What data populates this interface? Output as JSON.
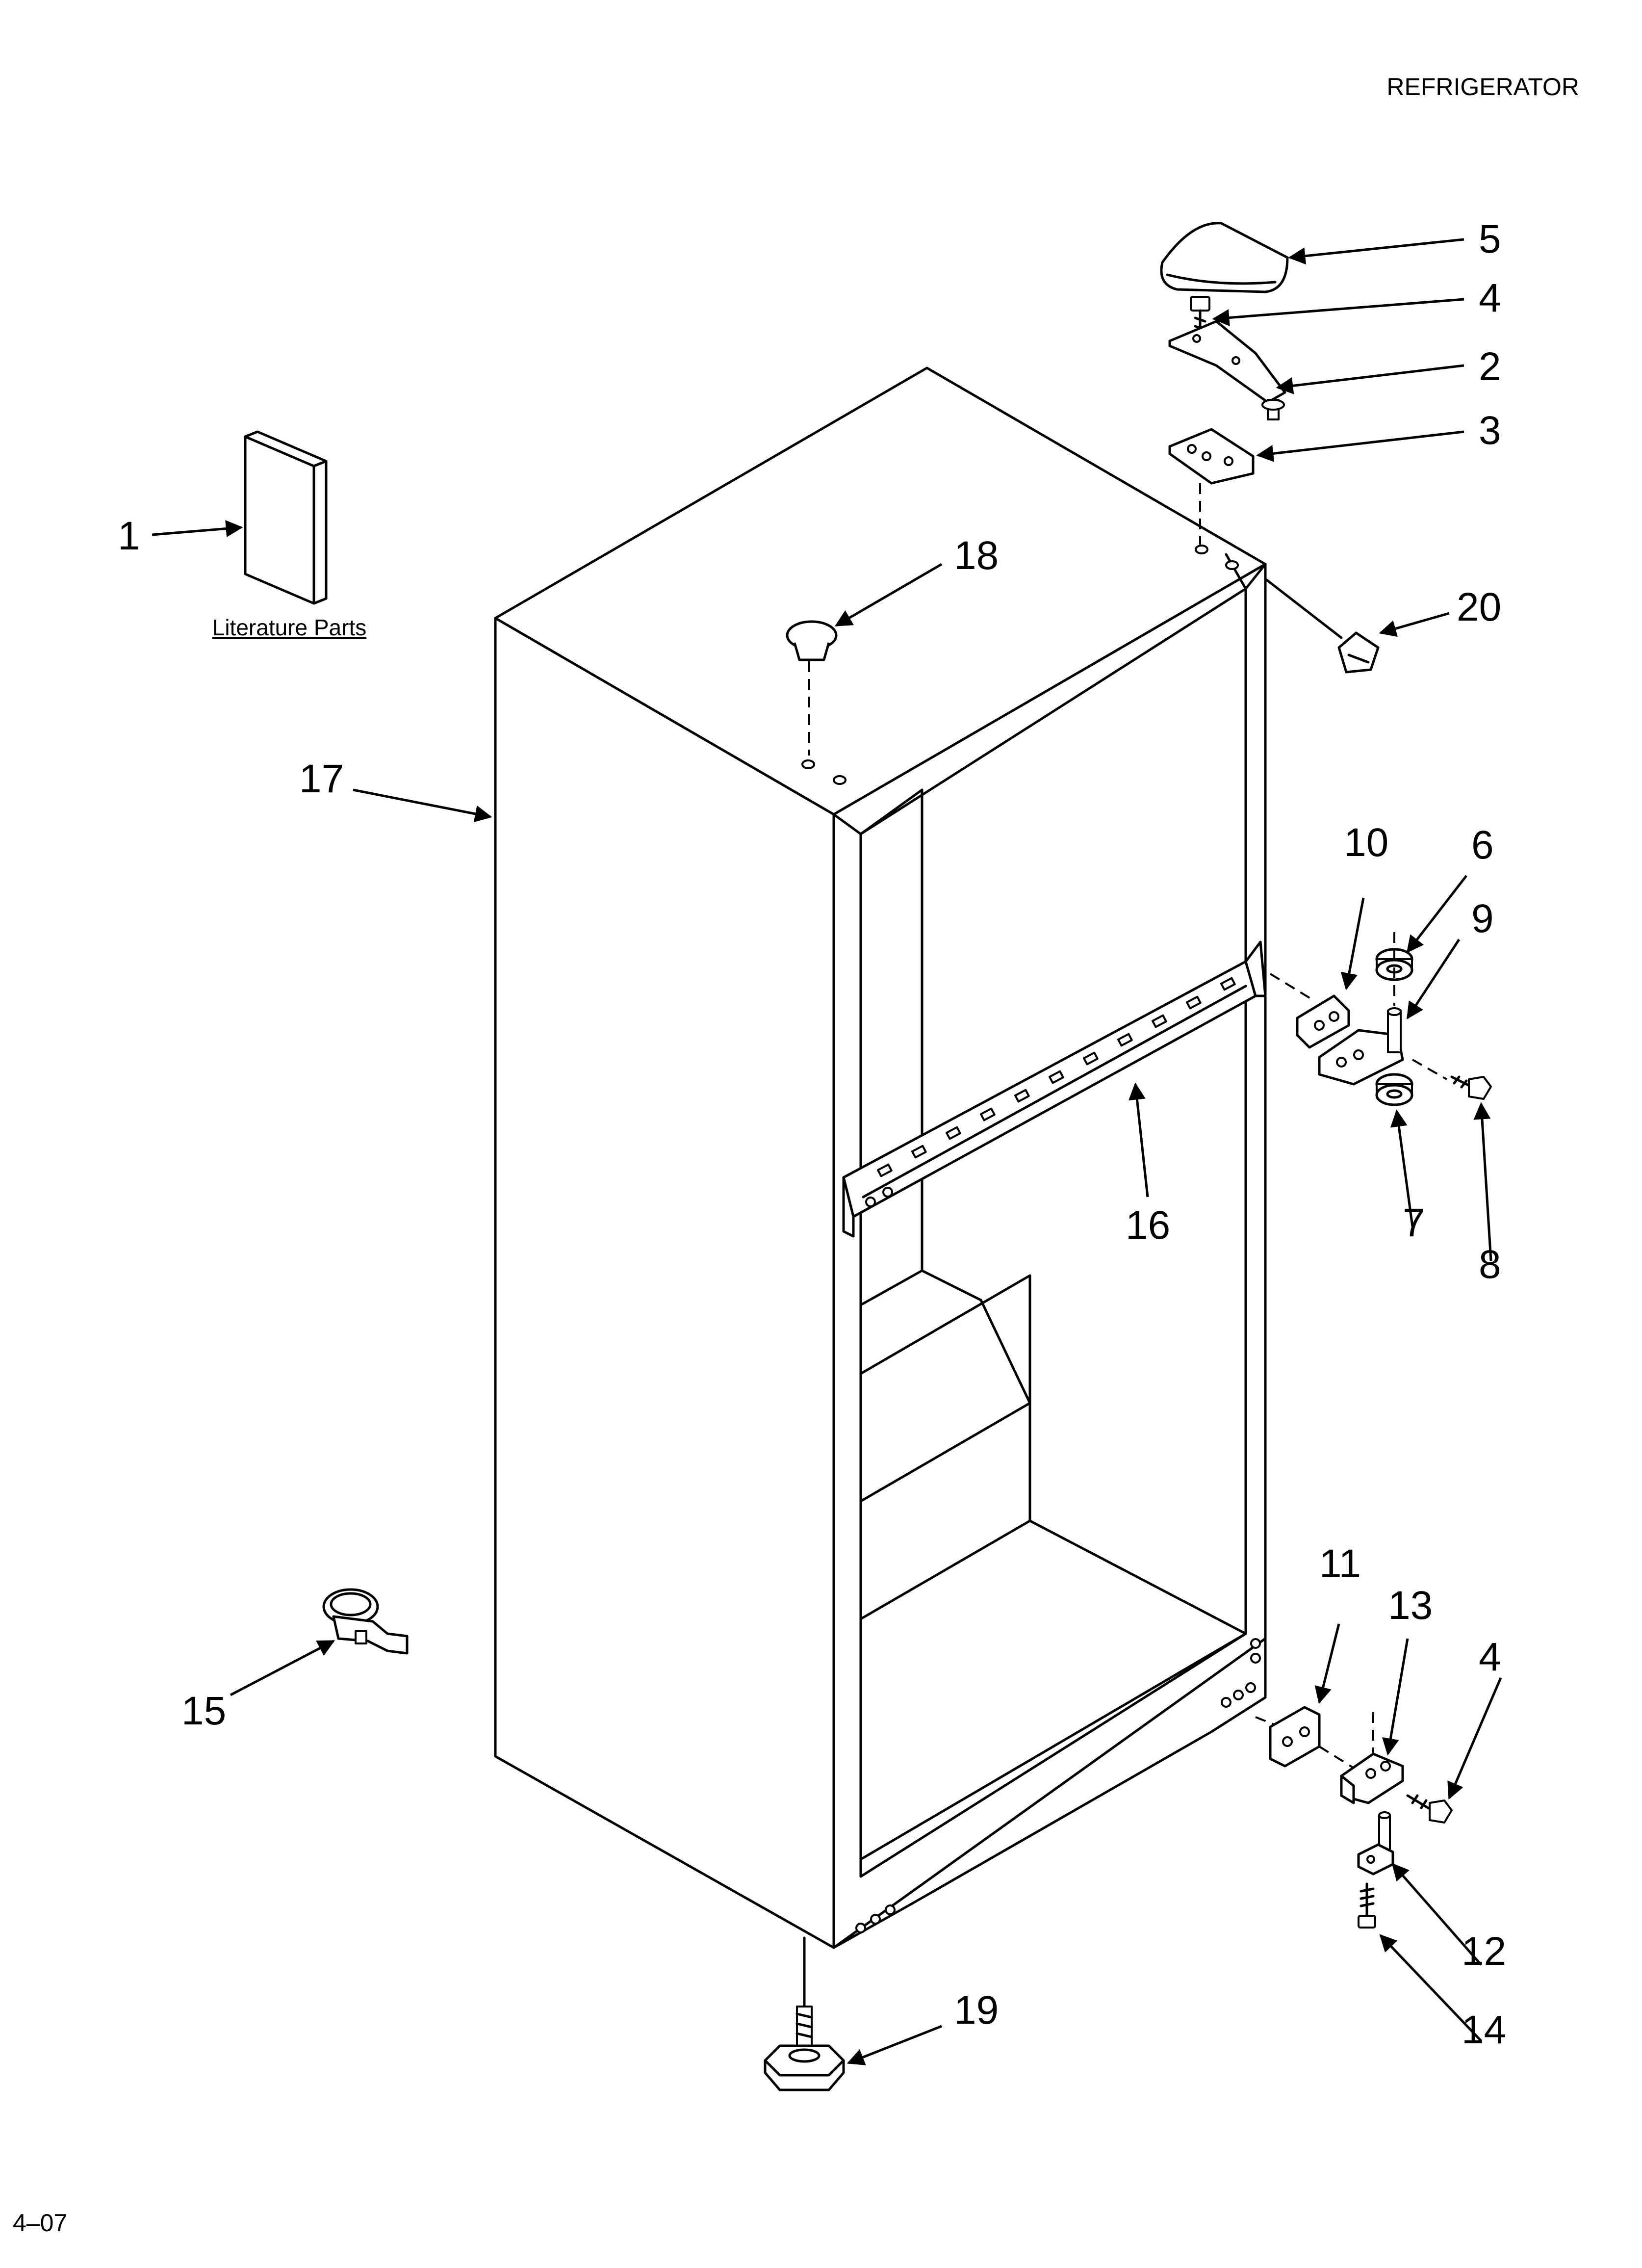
{
  "header": {
    "title": "REFRIGERATOR"
  },
  "footer": {
    "code": "4–07"
  },
  "literature": {
    "caption": "Literature Parts"
  },
  "callouts": [
    {
      "id": "c1",
      "text": "1"
    },
    {
      "id": "c2",
      "text": "2"
    },
    {
      "id": "c3",
      "text": "3"
    },
    {
      "id": "c4a",
      "text": "4"
    },
    {
      "id": "c4b",
      "text": "4"
    },
    {
      "id": "c5",
      "text": "5"
    },
    {
      "id": "c6",
      "text": "6"
    },
    {
      "id": "c7",
      "text": "7"
    },
    {
      "id": "c8",
      "text": "8"
    },
    {
      "id": "c9",
      "text": "9"
    },
    {
      "id": "c10",
      "text": "10"
    },
    {
      "id": "c11",
      "text": "11"
    },
    {
      "id": "c12",
      "text": "12"
    },
    {
      "id": "c13",
      "text": "13"
    },
    {
      "id": "c14",
      "text": "14"
    },
    {
      "id": "c15",
      "text": "15"
    },
    {
      "id": "c16",
      "text": "16"
    },
    {
      "id": "c17",
      "text": "17"
    },
    {
      "id": "c18",
      "text": "18"
    },
    {
      "id": "c19",
      "text": "19"
    },
    {
      "id": "c20",
      "text": "20"
    }
  ]
}
